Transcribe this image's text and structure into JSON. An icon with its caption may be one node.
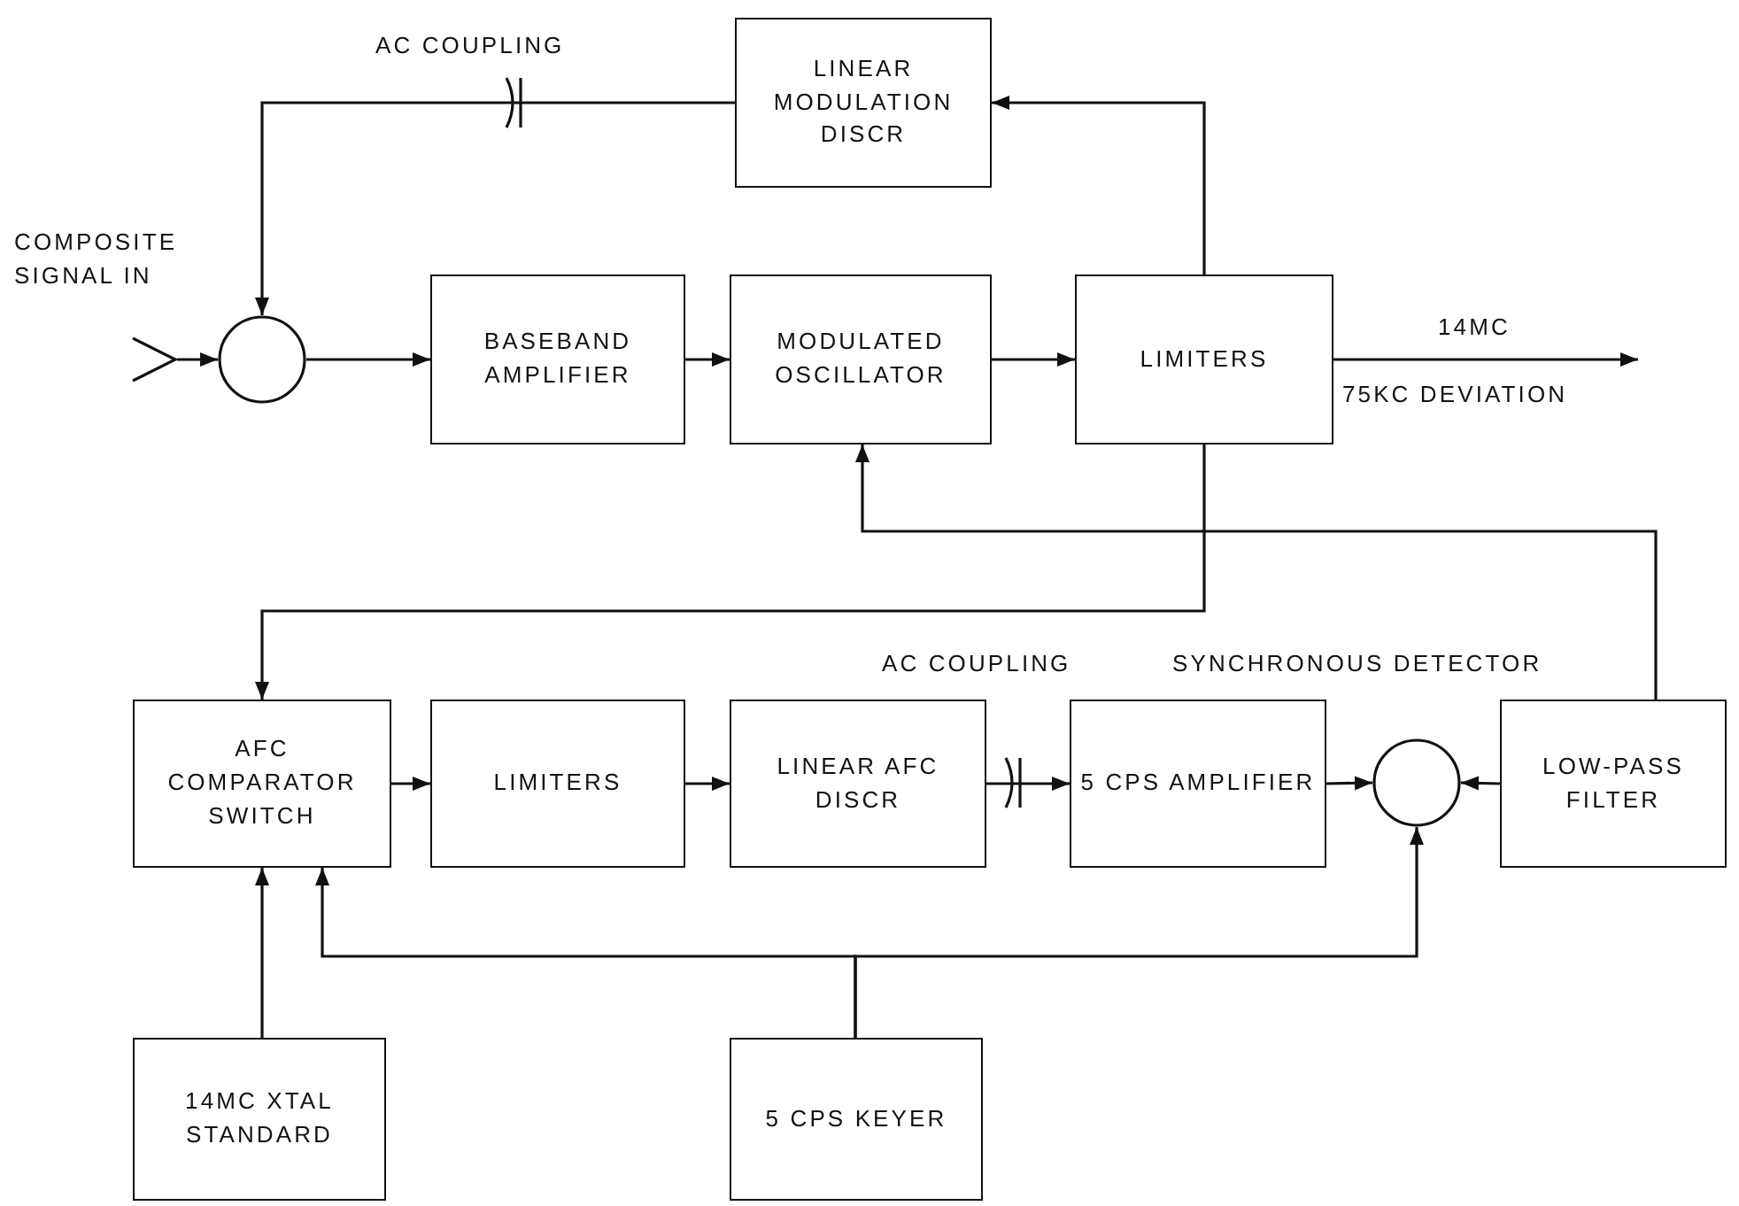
{
  "diagram": {
    "nodes": [
      {
        "text": [],
        "shape": "chevron",
        "beside": [
          "COMPOSITE SIGNAL IN"
        ]
      },
      {
        "text": [],
        "shape": "circle"
      },
      {
        "text": [
          "BASEBAND AMPLIFIER"
        ]
      },
      {
        "text": [
          "MODULATED OSCILLATOR"
        ]
      },
      {
        "text": [
          "LIMITERS"
        ]
      },
      {
        "text": [
          "LINEAR MODULATION DISCR"
        ]
      },
      {
        "text": [
          "AFC COMPARATOR SWITCH"
        ]
      },
      {
        "text": [
          "LIMITERS"
        ]
      },
      {
        "text": [
          "LINEAR AFC DISCR"
        ]
      },
      {
        "text": [
          "5 CPS AMPLIFIER"
        ]
      },
      {
        "text": [],
        "shape": "circle"
      },
      {
        "text": [
          "LOW-PASS FILTER"
        ]
      },
      {
        "text": [
          "14MC XTAL STANDARD"
        ]
      },
      {
        "text": [
          "5 CPS KEYER"
        ]
      }
    ],
    "edges": [
      {
        "from": 0,
        "to": 1,
        "arrow": "to"
      },
      {
        "from": 1,
        "to": 2,
        "arrow": "to"
      },
      {
        "from": 2,
        "to": 3,
        "arrow": "to"
      },
      {
        "from": 3,
        "to": 4,
        "arrow": "to"
      },
      {
        "from": 4,
        "to": 5,
        "arrow": "to"
      },
      {
        "from": 5,
        "to": 1,
        "arrow": "to",
        "label": "AC COUPLING"
      },
      {
        "from": 4,
        "to": null,
        "arrow": "to",
        "label": "14MC"
      },
      {
        "from": 4,
        "to": 6,
        "arrow": "to"
      },
      {
        "from": 6,
        "to": 7,
        "arrow": "to"
      },
      {
        "from": 7,
        "to": 8,
        "arrow": "to"
      },
      {
        "from": 8,
        "to": 9,
        "arrow": "to",
        "label": "AC COUPLING"
      },
      {
        "from": 9,
        "to": 10,
        "arrow": "to"
      },
      {
        "from": 11,
        "to": 10,
        "arrow": "to"
      },
      {
        "from": 11,
        "to": 3,
        "arrow": "to"
      },
      {
        "from": 12,
        "to": 6,
        "arrow": "to"
      },
      {
        "from": 13,
        "to": 6,
        "arrow": "to"
      },
      {
        "from": 13,
        "to": 10,
        "arrow": "to"
      }
    ],
    "labels": [
      "75KC DEVIATION",
      "SYNCHRONOUS DETECTOR"
    ]
  }
}
